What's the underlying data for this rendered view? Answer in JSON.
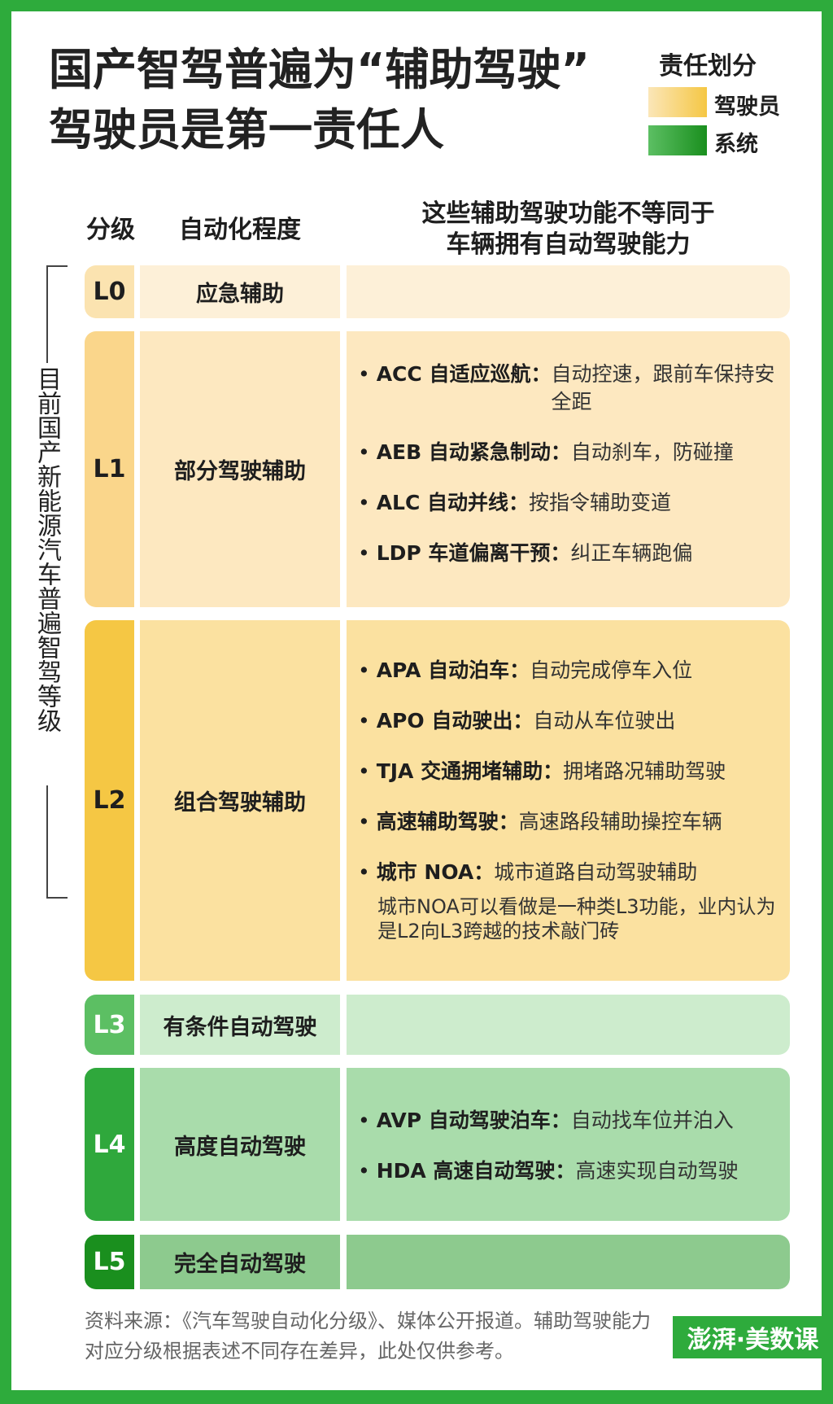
{
  "title": {
    "line1": "国产智驾普遍为“辅助驾驶”",
    "line2": "驾驶员是第一责任人"
  },
  "legend": {
    "title": "责任划分",
    "items": [
      {
        "label": "驾驶员",
        "color": "#f5c744"
      },
      {
        "label": "系统",
        "color": "#1a8f1e"
      }
    ]
  },
  "header": {
    "level": "分级",
    "automation": "自动化程度",
    "note_line1": "这些辅助驾驶功能不等同于",
    "note_line2": "车辆拥有自动驾驶能力"
  },
  "bracket_label": "目前国产新能源汽车普遍智驾等级",
  "levels": [
    {
      "code": "L0",
      "name": "应急辅助",
      "features": []
    },
    {
      "code": "L1",
      "name": "部分驾驶辅助",
      "features": [
        {
          "label": "ACC 自适应巡航：",
          "desc": "自动控速，跟前车保持安全距"
        },
        {
          "label": "AEB 自动紧急制动：",
          "desc": "自动刹车，防碰撞"
        },
        {
          "label": "ALC 自动并线：",
          "desc": "按指令辅助变道"
        },
        {
          "label": "LDP 车道偏离干预：",
          "desc": "纠正车辆跑偏"
        }
      ]
    },
    {
      "code": "L2",
      "name": "组合驾驶辅助",
      "features": [
        {
          "label": "APA 自动泊车：",
          "desc": "自动完成停车入位"
        },
        {
          "label": "APO 自动驶出：",
          "desc": "自动从车位驶出"
        },
        {
          "label": "TJA 交通拥堵辅助：",
          "desc": "拥堵路况辅助驾驶"
        },
        {
          "label": "高速辅助驾驶：",
          "desc": "高速路段辅助操控车辆"
        },
        {
          "label": "城市 NOA：",
          "desc": "城市道路自动驾驶辅助"
        }
      ],
      "note": "城市NOA可以看做是一种类L3功能，业内认为是L2向L3跨越的技术敲门砖"
    },
    {
      "code": "L3",
      "name": "有条件自动驾驶",
      "features": []
    },
    {
      "code": "L4",
      "name": "高度自动驾驶",
      "features": [
        {
          "label": "AVP 自动驾驶泊车：",
          "desc": "自动找车位并泊入"
        },
        {
          "label": "HDA 高速自动驾驶：",
          "desc": "高速实现自动驾驶"
        }
      ]
    },
    {
      "code": "L5",
      "name": "完全自动驾驶",
      "features": []
    }
  ],
  "footer": "资料来源：《汽车驾驶自动化分级》、媒体公开报道。辅助驾驶能力对应分级根据表述不同存在差异，此处仅供参考。",
  "logo": "澎湃·美数课"
}
